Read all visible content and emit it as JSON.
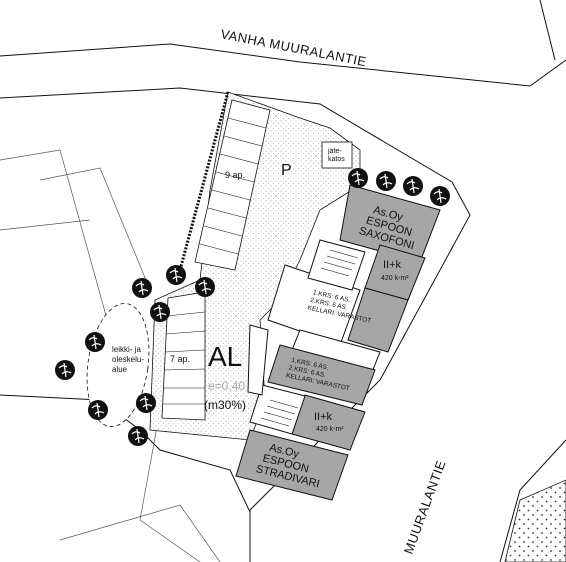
{
  "roads": {
    "north": "VANHA MUURALANTIE",
    "east": "MUURALANTIE"
  },
  "parking": {
    "top_count": "9 ap.",
    "bottom_count": "7 ap.",
    "symbol": "P",
    "shelter": "jäte-\nkatos"
  },
  "zone": {
    "code": "AL",
    "efficiency": "e=0,40",
    "green": "(m30%)"
  },
  "playground": {
    "line1": "leikki- ja",
    "line2": "oleskelu-",
    "line3": "alue"
  },
  "building_north": {
    "line1": "As.Oy",
    "line2": "ESPOON",
    "line3": "SAXOFONI",
    "floors": "II+k",
    "area": "420 k-m²",
    "notes": [
      "1.KRS: 6 AS.",
      "2.KRS: 6 AS.",
      "KELLARI: VARASTOT"
    ]
  },
  "building_south": {
    "line1": "As.Oy",
    "line2": "ESPOON",
    "line3": "STRADIVARI",
    "floors": "II+k",
    "area": "420 k-m²",
    "notes": [
      "1.KRS: 6 AS.",
      "2.KRS: 6 AS.",
      "KELLARI: VARASTOT"
    ]
  },
  "colors": {
    "building": "#a6a6a6",
    "line": "#111111",
    "stipple": "#c9c9c9"
  }
}
